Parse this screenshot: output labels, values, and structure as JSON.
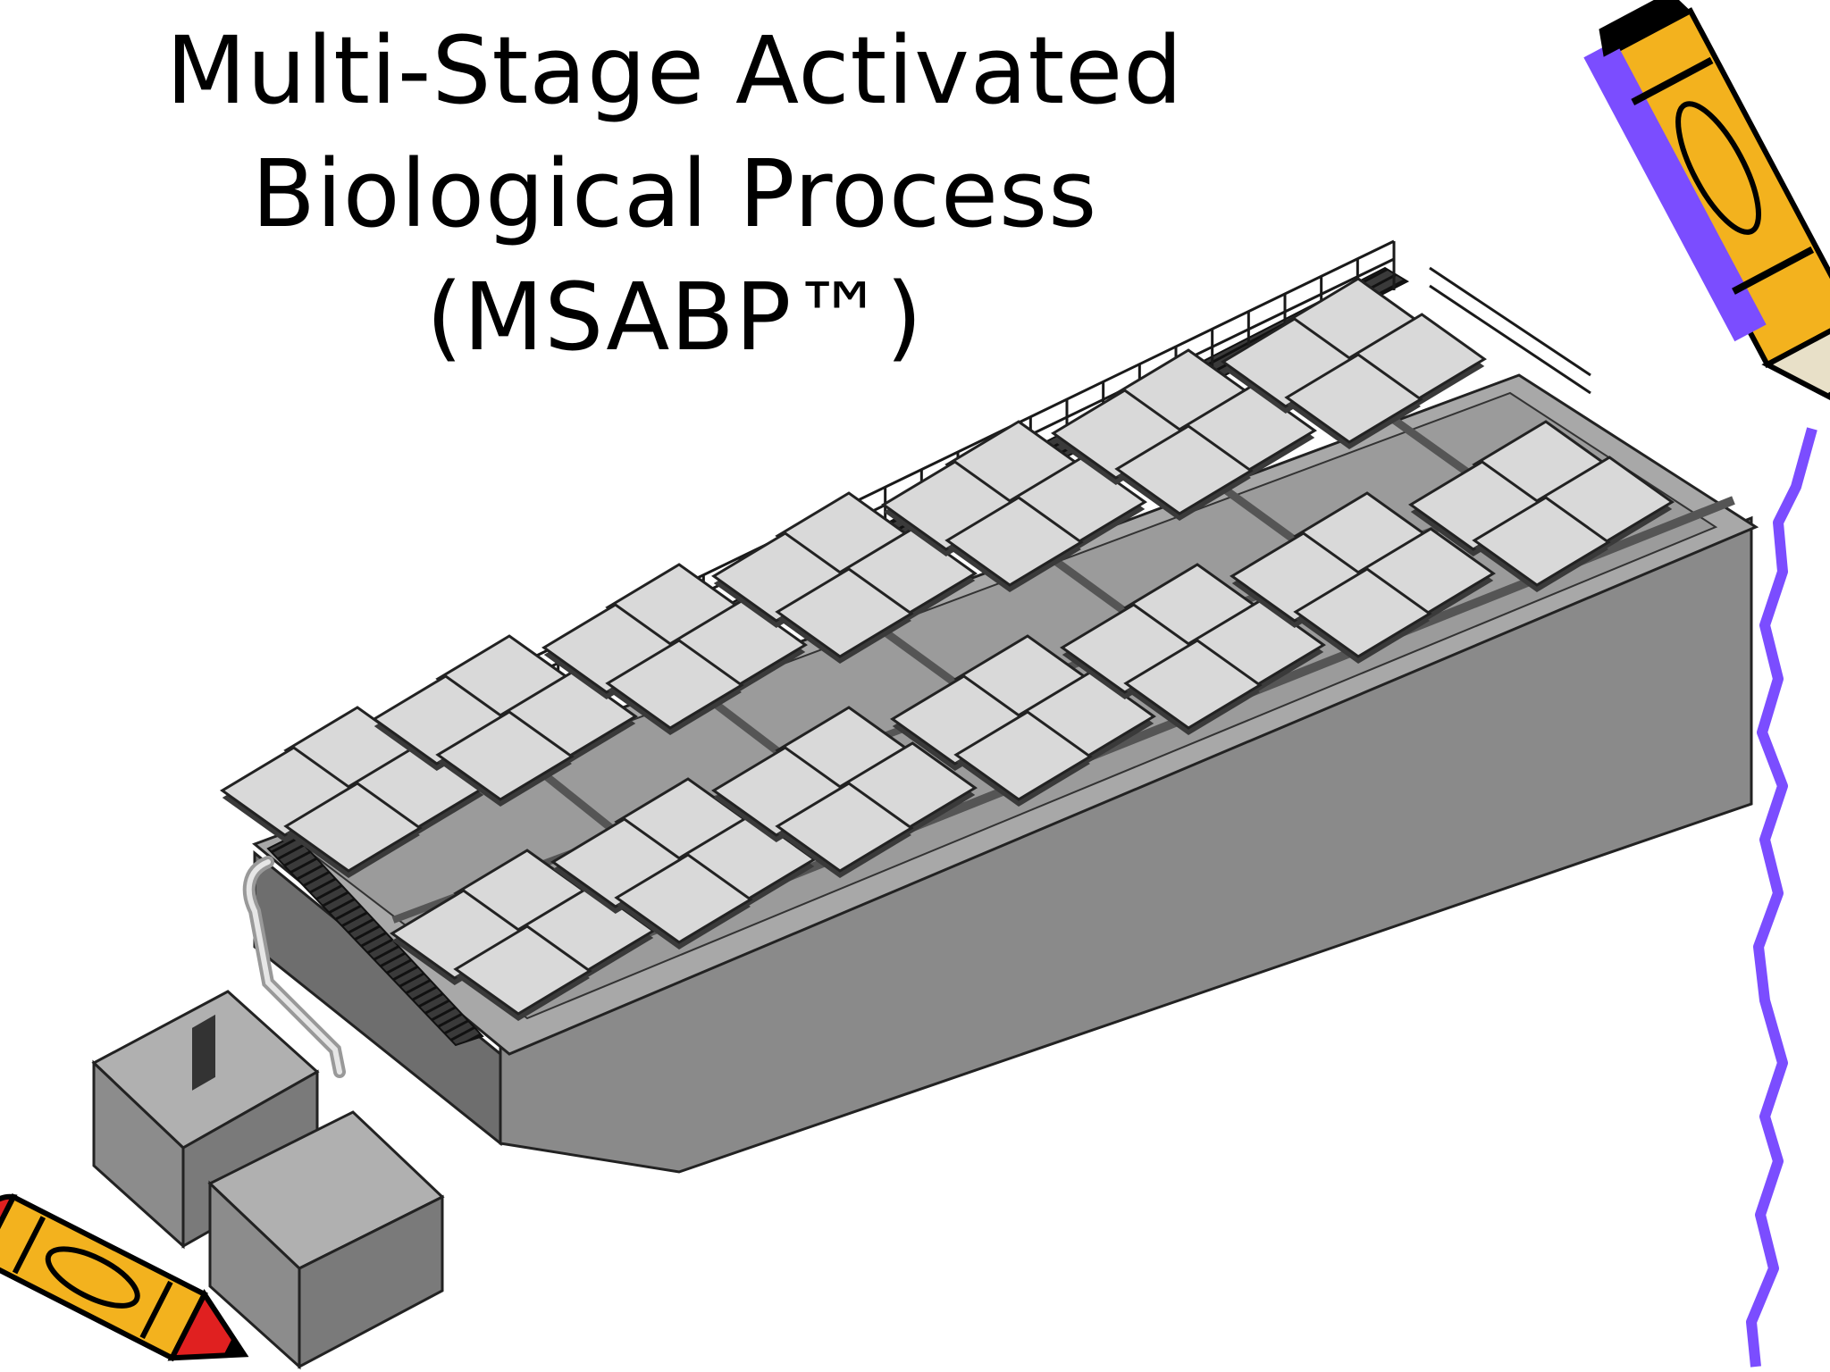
{
  "slide": {
    "title_line1": "Multi-Stage Activated",
    "title_line2": "Biological Process",
    "title_line3": "(MSABP™)"
  },
  "colors": {
    "tank_wall": "#8a8a8a",
    "tank_wall_dark": "#6e6e6e",
    "tank_floor": "#9d9d9d",
    "module_top": "#d9d9d9",
    "railing": "#1a1a1a",
    "pencil_body": "#f3b21e",
    "pencil_accent": "#7b4dff",
    "pencil_cap": "#e02020",
    "squiggle": "#7b4dff"
  },
  "icons": {
    "top_right": "pencil-icon",
    "bottom_left": "pencil-icon",
    "right_edge": "squiggle-line"
  }
}
